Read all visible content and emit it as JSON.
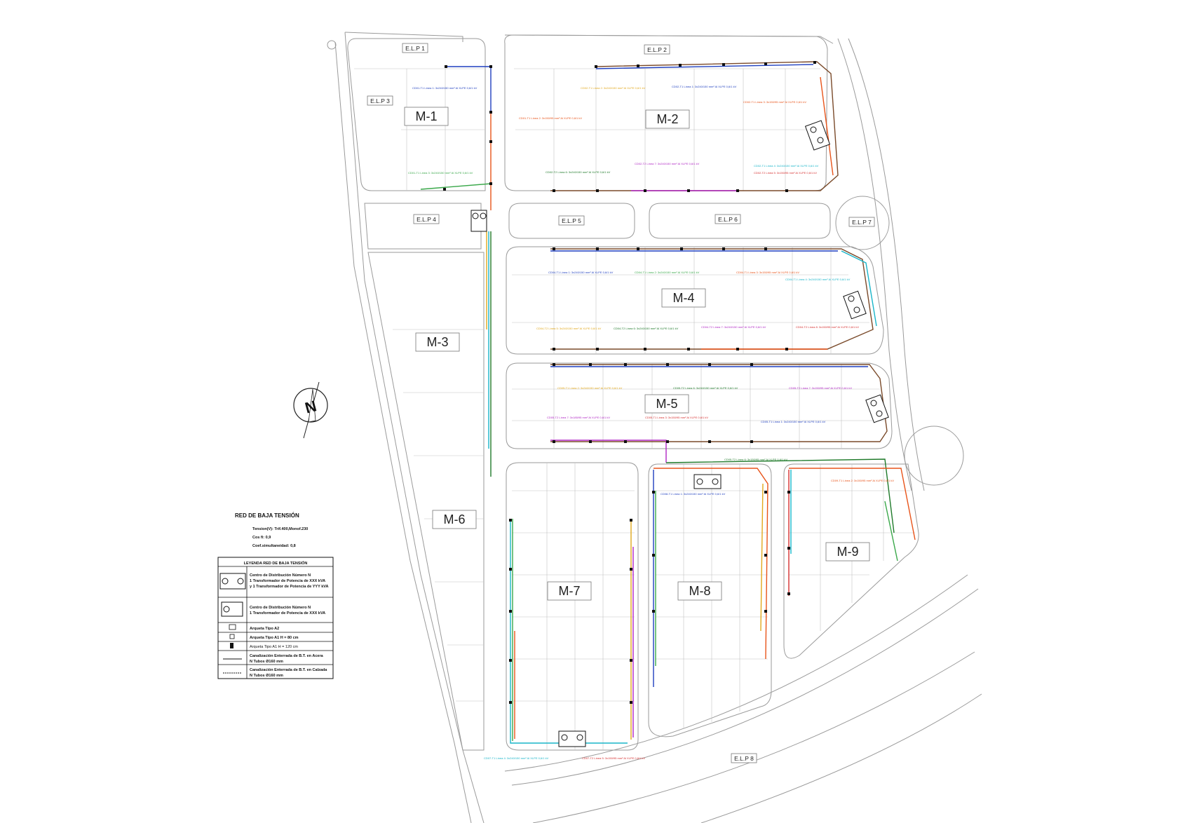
{
  "blocks": [
    {
      "id": "m1",
      "label": "M-1"
    },
    {
      "id": "m2",
      "label": "M-2"
    },
    {
      "id": "m3",
      "label": "M-3"
    },
    {
      "id": "m4",
      "label": "M-4"
    },
    {
      "id": "m5",
      "label": "M-5"
    },
    {
      "id": "m6",
      "label": "M-6"
    },
    {
      "id": "m7",
      "label": "M-7"
    },
    {
      "id": "m8",
      "label": "M-8"
    },
    {
      "id": "m9",
      "label": "M-9"
    }
  ],
  "elps": [
    {
      "id": "elp1",
      "label": "E.L.P 1"
    },
    {
      "id": "elp2",
      "label": "E.L.P 2"
    },
    {
      "id": "elp3",
      "label": "E.L.P 3"
    },
    {
      "id": "elp4",
      "label": "E.L.P 4"
    },
    {
      "id": "elp5",
      "label": "E.L.P 5"
    },
    {
      "id": "elp6",
      "label": "E.L.P 6"
    },
    {
      "id": "elp7",
      "label": "E.L.P 7"
    },
    {
      "id": "elp8",
      "label": "E.L.P 8"
    }
  ],
  "network": {
    "title": "RED DE BAJA TENSIÓN",
    "params": [
      "Tension(V): Trif.400,Monof.230",
      "Cos fi: 0,9",
      "Coef.simultaneidad: 0,8"
    ]
  },
  "legend": {
    "title": "LEYENDA RED DE BAJA TENSIÓN",
    "rows": [
      {
        "lines": [
          "Centro de Distribución Número N",
          "1 Transformador de Potencia de XXX kVA",
          "y 1 Transformador de Potencia de YYY kVA"
        ]
      },
      {
        "lines": [
          "Centro de Distribución Número N",
          "1 Transformador de Potencia de XXX kVA"
        ]
      },
      {
        "lines": [
          "Arqueta Tipo A2"
        ]
      },
      {
        "lines": [
          "Arqueta Tipo A1 H = 80 cm"
        ]
      },
      {
        "lines": [
          "Arqueta Tipo A1 H = 120 cm"
        ]
      },
      {
        "lines": [
          "Canalización Enterrada de B.T. en Acera",
          "N Tubos Ø160 mm"
        ]
      },
      {
        "lines": [
          "Canalización Enterrada de B.T. en Calzada",
          "N Tubos Ø160 mm"
        ]
      }
    ]
  },
  "north": {
    "label": "N"
  },
  "colors": {
    "blue": "#1f3fbf",
    "orange": "#e8541a",
    "green": "#3aa84a",
    "darkgreen": "#1f7a2a",
    "cyan": "#19b5c9",
    "yellow": "#e2a81c",
    "magenta": "#b026c4",
    "red": "#d63030",
    "purple": "#7a3dbf",
    "brown": "#7a4a2a"
  }
}
